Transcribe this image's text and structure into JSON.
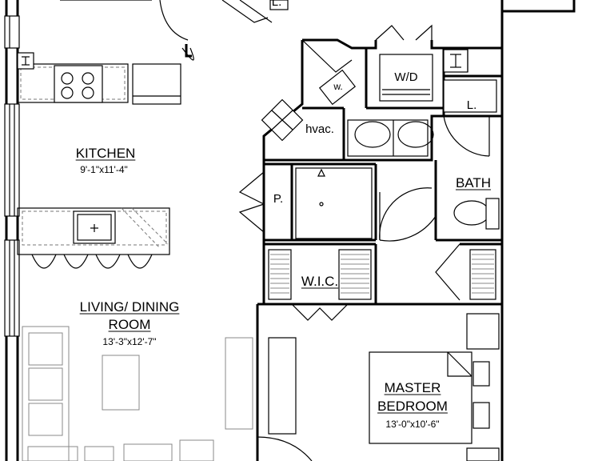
{
  "rooms": {
    "kitchen": {
      "name": "KITCHEN",
      "dims": "9'-1\"x11'-4\""
    },
    "living": {
      "name_line1": "LIVING/ DINING",
      "name_line2": "ROOM",
      "dims": "13'-3\"x12'-7\""
    },
    "master": {
      "name_line1": "MASTER",
      "name_line2": "BEDROOM",
      "dims": "13'-0\"x10'-6\""
    },
    "bath": {
      "name": "BATH"
    },
    "wic": {
      "name": "W.I.C."
    }
  },
  "labels": {
    "wd": "W/D",
    "hvac": "hvac.",
    "pantry": "P.",
    "w": "w.",
    "linen_top": "L.",
    "linen_bath": "L."
  }
}
